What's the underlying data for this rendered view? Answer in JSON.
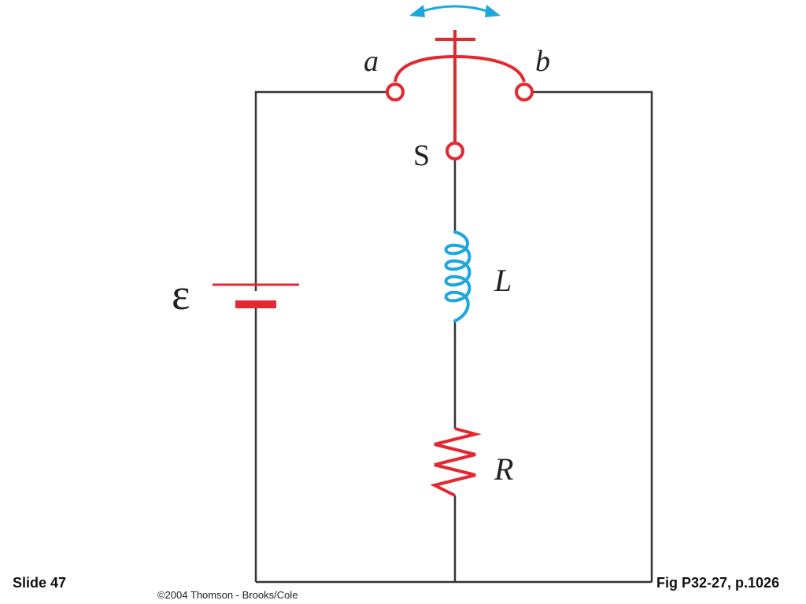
{
  "labels": {
    "terminal_a": "a",
    "terminal_b": "b",
    "switch": "S",
    "emf": "ε",
    "inductor": "L",
    "resistor": "R"
  },
  "footer": {
    "slide": "Slide 47",
    "copyright": "©2004 Thomson - Brooks/Cole",
    "figure": "Fig P32-27, p.1026"
  },
  "colors": {
    "wire": "#333333",
    "switch": "#e3282f",
    "battery": "#e3282f",
    "resistor": "#e3282f",
    "inductor": "#1ba7e0",
    "arrow": "#1ba7e0"
  }
}
